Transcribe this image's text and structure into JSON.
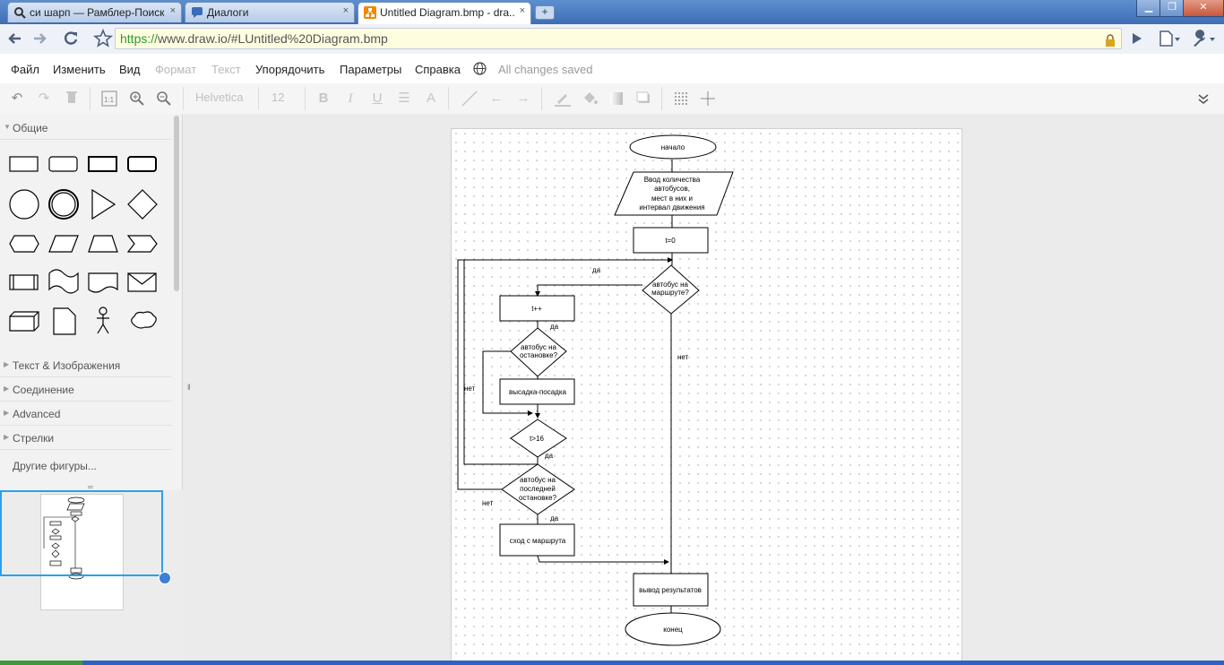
{
  "browser": {
    "tabs": [
      {
        "label": "си шарп — Рамблер-Поиск",
        "close": "×"
      },
      {
        "label": "Диалоги",
        "close": "×"
      },
      {
        "label": "Untitled Diagram.bmp - dra...",
        "close": "×"
      }
    ],
    "new_tab": "+",
    "url_scheme": "https://",
    "url_rest": "www.draw.io/#LUntitled%20Diagram.bmp"
  },
  "menu": {
    "items": [
      "Файл",
      "Изменить",
      "Вид",
      "Формат",
      "Текст",
      "Упорядочить",
      "Параметры",
      "Справка"
    ],
    "status": "All changes saved"
  },
  "toolbar": {
    "font_name": "Helvetica",
    "font_size": "12"
  },
  "sidebar": {
    "sections": [
      "Общие",
      "Текст & Изображения",
      "Соединение",
      "Advanced",
      "Стрелки"
    ],
    "more_shapes": "Другие фигуры..."
  },
  "diagram": {
    "start": "начало",
    "input_lines": [
      "Ввод количества",
      "автобусов,",
      "мест в них и",
      "интервал движения"
    ],
    "init": "t=0",
    "cond_route": [
      "автобус на",
      "маршруте?"
    ],
    "increment": "t++",
    "cond_stop": [
      "автобус на",
      "остановке?"
    ],
    "boarding": "высадка-посадка",
    "cond_time": "t>16",
    "cond_last": [
      "автобус на",
      "последней",
      "остановке?"
    ],
    "exit_route": "сход с маршрута",
    "output": "вывод результатов",
    "end": "конец",
    "yes": "да",
    "no": "нет"
  },
  "colors": {
    "accent": "#2aa1ec",
    "url_green": "#2f9a2f",
    "tab_blue": "#3e6db4"
  }
}
